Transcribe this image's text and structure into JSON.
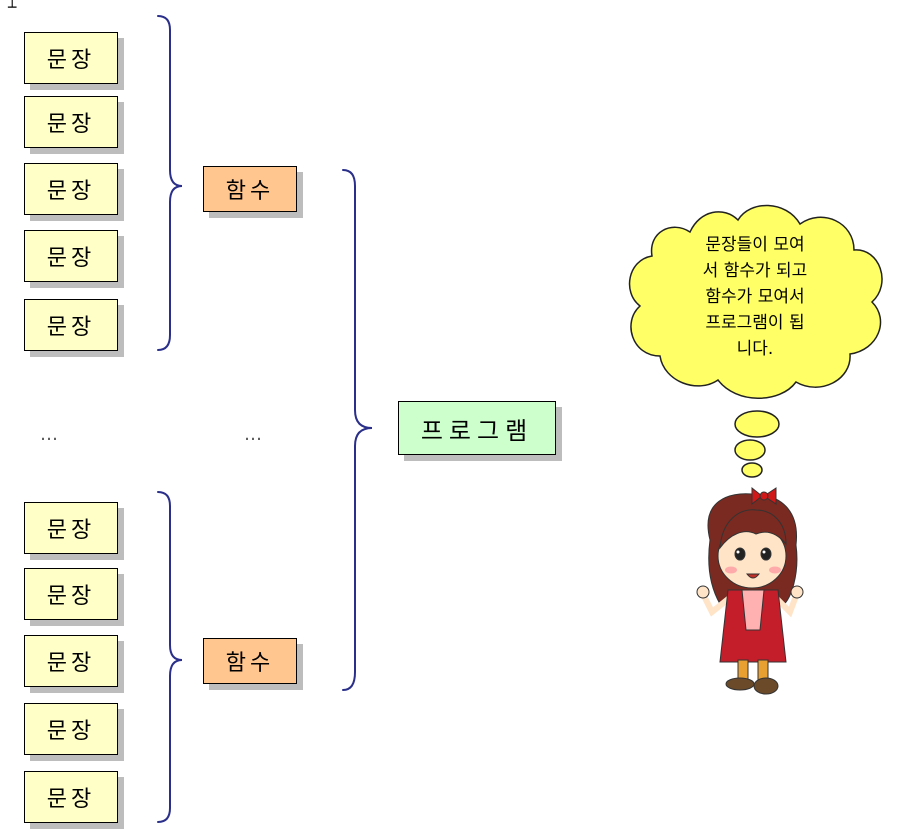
{
  "corner_mark": "┴",
  "statements_top": [
    "문장",
    "문장",
    "문장",
    "문장",
    "문장"
  ],
  "statements_bottom": [
    "문장",
    "문장",
    "문장",
    "문장",
    "문장"
  ],
  "function_top": "함수",
  "function_bottom": "함수",
  "ellipsis_left": "…",
  "ellipsis_mid": "…",
  "program": "프로그램",
  "speech": "문장들이 모여\n서 함수가 되고\n함수가 모여서\n프로그램이 됩\n니다.",
  "colors": {
    "statement_fill": "#ffffc8",
    "function_fill": "#ffc690",
    "program_fill": "#ccffcc",
    "brace": "#2a2f8a",
    "cloud_fill": "#ffff66"
  }
}
